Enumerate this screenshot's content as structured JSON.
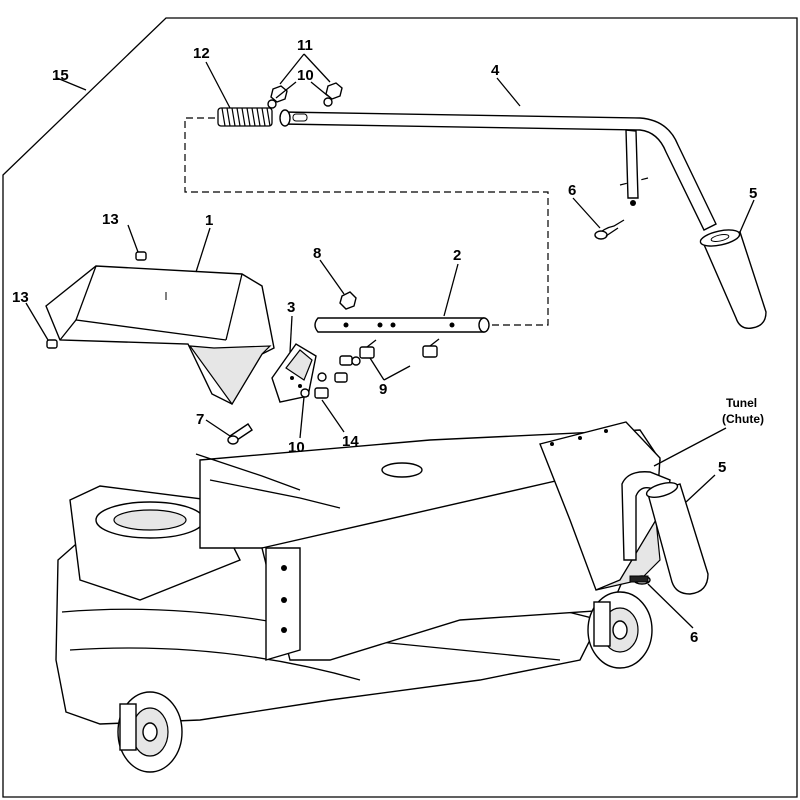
{
  "labels": {
    "l1": "1",
    "l2": "2",
    "l3": "3",
    "l4": "4",
    "l5a": "5",
    "l5b": "5",
    "l6a": "6",
    "l6b": "6",
    "l7": "7",
    "l8": "8",
    "l9": "9",
    "l10a": "10",
    "l10b": "10",
    "l11": "11",
    "l12": "12",
    "l13a": "13",
    "l13b": "13",
    "l14": "14",
    "l15": "15",
    "tunel": "Tunel",
    "chute": "(Chute)"
  }
}
